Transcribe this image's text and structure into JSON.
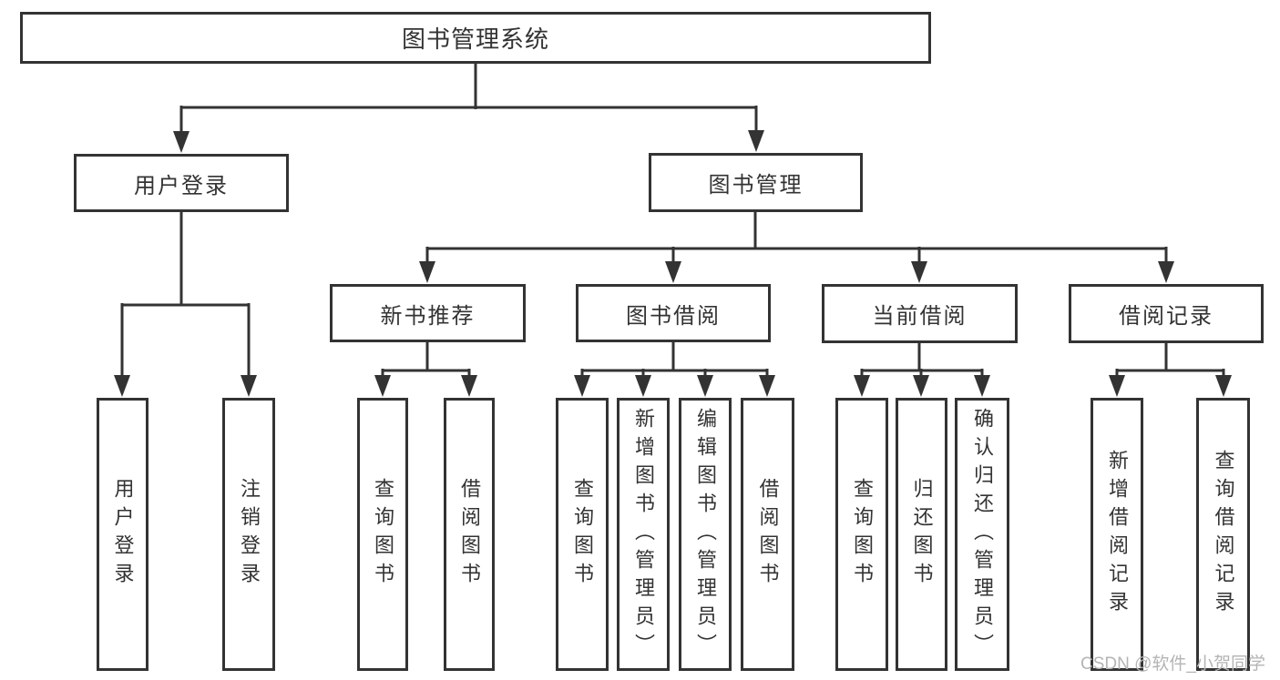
{
  "diagram_title": "图书管理系统",
  "colors": {
    "line": "#333333",
    "text": "#333333",
    "box_background": "#ffffff",
    "background": "#ffffff",
    "watermark": "#b4b4b4"
  },
  "watermark": {
    "text": "CSDN @软件_小贺同学"
  },
  "tree": {
    "label": "图书管理系统",
    "children": [
      {
        "label": "用户登录",
        "children": [
          {
            "label": "用户登录"
          },
          {
            "label": "注销登录"
          }
        ]
      },
      {
        "label": "图书管理",
        "children": [
          {
            "label": "新书推荐",
            "children": [
              {
                "label": "查询图书"
              },
              {
                "label": "借阅图书"
              }
            ]
          },
          {
            "label": "图书借阅",
            "children": [
              {
                "label": "查询图书"
              },
              {
                "label": "新增图书（管理员）"
              },
              {
                "label": "编辑图书（管理员）"
              },
              {
                "label": "借阅图书"
              }
            ]
          },
          {
            "label": "当前借阅",
            "children": [
              {
                "label": "查询图书"
              },
              {
                "label": "归还图书"
              },
              {
                "label": "确认归还（管理员）"
              }
            ]
          },
          {
            "label": "借阅记录",
            "children": [
              {
                "label": "新增借阅记录"
              },
              {
                "label": "查询借阅记录"
              }
            ]
          }
        ]
      }
    ]
  }
}
